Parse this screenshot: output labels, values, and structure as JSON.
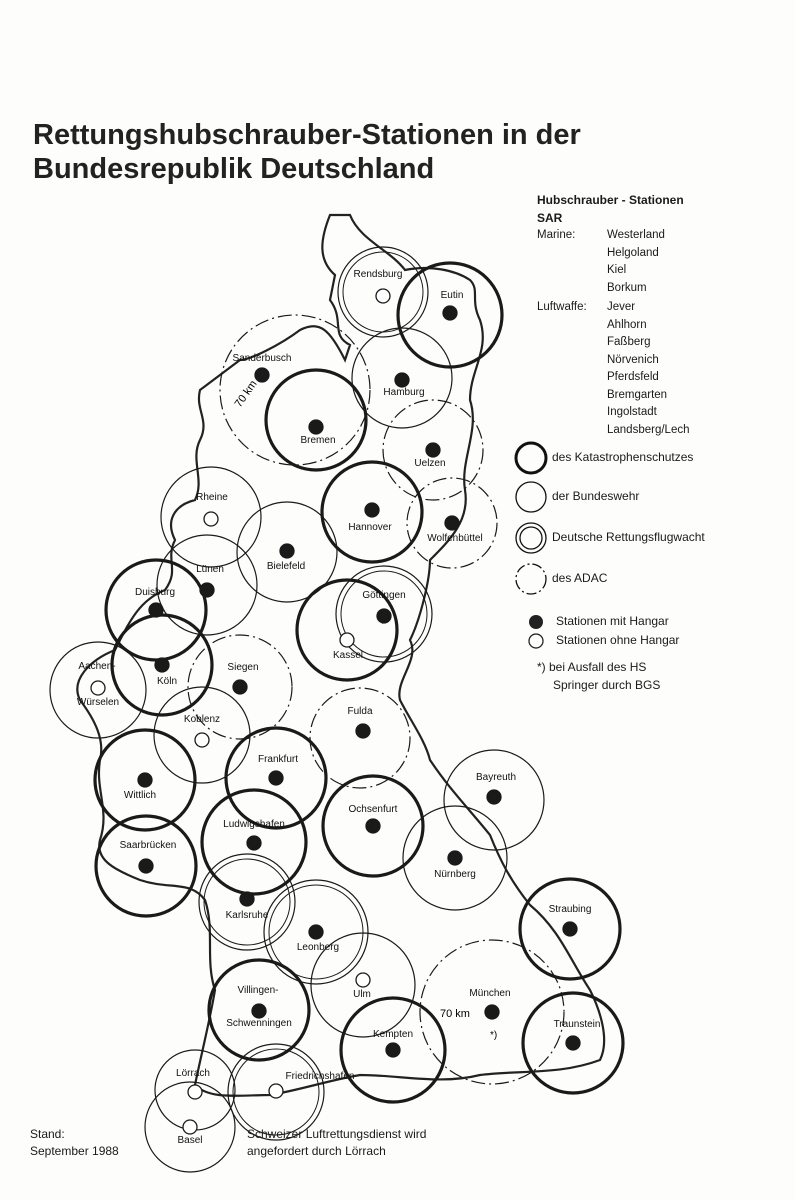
{
  "title_line1": "Rettungshubschrauber-Stationen in der",
  "title_line2": "Bundesrepublik Deutschland",
  "legend": {
    "heading": "Hubschrauber - Stationen",
    "sar": "SAR",
    "marine_label": "Marine:",
    "marine": [
      "Westerland",
      "Helgoland",
      "Kiel",
      "Borkum"
    ],
    "luftwaffe_label": "Luftwaffe:",
    "luftwaffe": [
      "Jever",
      "Ahlhorn",
      "Faßberg",
      "Nörvenich",
      "Pferdsfeld",
      "Bremgarten",
      "Ingolstadt",
      "Landsberg/Lech"
    ],
    "types": {
      "kat": "des Katastrophenschutzes",
      "bw": "der Bundeswehr",
      "drf": "Deutsche Rettungsflugwacht",
      "adac": "des ADAC"
    },
    "hangar_yes": "Stationen mit Hangar",
    "hangar_no": "Stationen ohne Hangar",
    "note_line1": "*) bei Ausfall des HS",
    "note_line2": "Springer durch BGS"
  },
  "stations": [
    {
      "name": "Rendsburg",
      "type": "drf",
      "hangar": false
    },
    {
      "name": "Eutin",
      "type": "kat",
      "hangar": true
    },
    {
      "name": "Sanderbusch",
      "type": "adac",
      "hangar": true
    },
    {
      "name": "Bremen",
      "type": "kat",
      "hangar": true
    },
    {
      "name": "Hamburg",
      "type": "bw",
      "hangar": true
    },
    {
      "name": "Uelzen",
      "type": "adac",
      "hangar": true
    },
    {
      "name": "Rheine",
      "type": "bw",
      "hangar": false
    },
    {
      "name": "Hannover",
      "type": "kat",
      "hangar": true
    },
    {
      "name": "Wolfenbüttel",
      "type": "adac",
      "hangar": true
    },
    {
      "name": "Bielefeld",
      "type": "bw",
      "hangar": true
    },
    {
      "name": "Lünen",
      "type": "bw",
      "hangar": true
    },
    {
      "name": "Duisburg",
      "type": "kat",
      "hangar": true
    },
    {
      "name": "Göttingen",
      "type": "drf",
      "hangar": true
    },
    {
      "name": "Kassel",
      "type": "kat",
      "hangar": false
    },
    {
      "name": "Köln",
      "type": "kat",
      "hangar": true
    },
    {
      "name": "Aachen-",
      "type": "bw",
      "hangar": false,
      "name2": "Würselen"
    },
    {
      "name": "Siegen",
      "type": "adac",
      "hangar": true
    },
    {
      "name": "Koblenz",
      "type": "bw",
      "hangar": false
    },
    {
      "name": "Fulda",
      "type": "adac",
      "hangar": true
    },
    {
      "name": "Frankfurt",
      "type": "kat",
      "hangar": true
    },
    {
      "name": "Wittlich",
      "type": "kat",
      "hangar": true
    },
    {
      "name": "Bayreuth",
      "type": "bw",
      "hangar": true
    },
    {
      "name": "Ochsenfurt",
      "type": "kat",
      "hangar": true
    },
    {
      "name": "Ludwigshafen",
      "type": "kat",
      "hangar": true
    },
    {
      "name": "Saarbrücken",
      "type": "kat",
      "hangar": true
    },
    {
      "name": "Nürnberg",
      "type": "bw",
      "hangar": true
    },
    {
      "name": "Karlsruhe",
      "type": "drf",
      "hangar": true
    },
    {
      "name": "Leonberg",
      "type": "drf",
      "hangar": true
    },
    {
      "name": "Straubing",
      "type": "kat",
      "hangar": true
    },
    {
      "name": "Ulm",
      "type": "bw",
      "hangar": false
    },
    {
      "name": "München",
      "type": "adac",
      "hangar": true
    },
    {
      "name": "Villingen-",
      "type": "kat",
      "hangar": true,
      "name2": "Schwenningen"
    },
    {
      "name": "Kempten",
      "type": "kat",
      "hangar": true
    },
    {
      "name": "Traunstein",
      "type": "kat",
      "hangar": true
    },
    {
      "name": "Lörrach",
      "type": "bw",
      "hangar": false
    },
    {
      "name": "Friedrichshafen",
      "type": "drf",
      "hangar": false
    },
    {
      "name": "Basel",
      "type": "bw",
      "hangar": false
    }
  ],
  "radius_label_north": "70 km",
  "radius_label_south": "70 km",
  "munich_note": "*)",
  "footer": {
    "stand": "Stand:",
    "date": "September 1988",
    "swiss_line1": "Schweizer Luftrettungsdienst wird",
    "swiss_line2": "angefordert durch Lörrach"
  }
}
